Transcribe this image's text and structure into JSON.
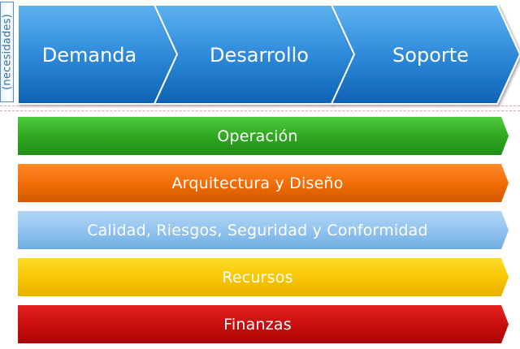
{
  "side_label": "(necesidades)",
  "phases": [
    {
      "label": "Demanda"
    },
    {
      "label": "Desarrollo"
    },
    {
      "label": "Soporte"
    }
  ],
  "bands": [
    {
      "label": "Operación",
      "color": "#2ea520"
    },
    {
      "label": "Arquitectura y Diseño",
      "color": "#f06a05"
    },
    {
      "label": "Calidad, Riesgos, Seguridad y Conformidad",
      "color": "#8fc2ef"
    },
    {
      "label": "Recursos",
      "color": "#f8c400"
    },
    {
      "label": "Finanzas",
      "color": "#c70d0d"
    }
  ],
  "colors": {
    "chevron_light": "#4ea7ec",
    "chevron_dark": "#0d5fb0",
    "divider": "#e3a7a7"
  }
}
